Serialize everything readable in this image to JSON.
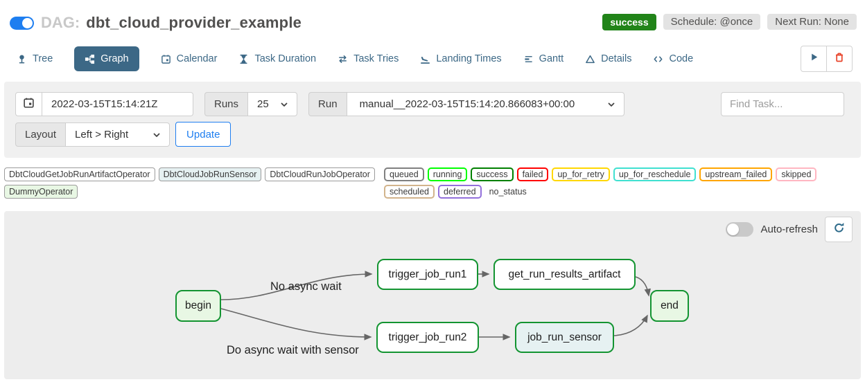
{
  "header": {
    "dag_label": "DAG:",
    "dag_title": "dbt_cloud_provider_example",
    "status_badge": "success",
    "schedule": "Schedule: @once",
    "next_run": "Next Run: None"
  },
  "tabs": [
    {
      "label": "Tree",
      "icon": "tree-icon",
      "active": false
    },
    {
      "label": "Graph",
      "icon": "graph-icon",
      "active": true
    },
    {
      "label": "Calendar",
      "icon": "calendar-icon",
      "active": false
    },
    {
      "label": "Task Duration",
      "icon": "hourglass-icon",
      "active": false
    },
    {
      "label": "Task Tries",
      "icon": "repeat-icon",
      "active": false
    },
    {
      "label": "Landing Times",
      "icon": "plane-landing-icon",
      "active": false
    },
    {
      "label": "Gantt",
      "icon": "gantt-icon",
      "active": false
    },
    {
      "label": "Details",
      "icon": "triangle-icon",
      "active": false
    },
    {
      "label": "Code",
      "icon": "code-icon",
      "active": false
    }
  ],
  "filters": {
    "base_date_value": "2022-03-15T15:14:21Z",
    "runs_label": "Runs",
    "runs_value": "25",
    "run_label": "Run",
    "run_value": "manual__2022-03-15T15:14:20.866083+00:00",
    "find_task_placeholder": "Find Task...",
    "layout_label": "Layout",
    "layout_value": "Left > Right",
    "update_label": "Update"
  },
  "legend": {
    "operators": [
      {
        "label": "DbtCloudGetJobRunArtifactOperator",
        "fill": "#ffffff"
      },
      {
        "label": "DbtCloudJobRunSensor",
        "fill": "#e6f1f2"
      },
      {
        "label": "DbtCloudRunJobOperator",
        "fill": "#ffffff"
      },
      {
        "label": "DummyOperator",
        "fill": "#e8f7e4"
      }
    ],
    "statuses": [
      {
        "label": "queued",
        "color": "#808080"
      },
      {
        "label": "running",
        "color": "#00ff00"
      },
      {
        "label": "success",
        "color": "#008000"
      },
      {
        "label": "failed",
        "color": "#ff0000"
      },
      {
        "label": "up_for_retry",
        "color": "#ffd700"
      },
      {
        "label": "up_for_reschedule",
        "color": "#40e0d0"
      },
      {
        "label": "upstream_failed",
        "color": "#ffa500"
      },
      {
        "label": "skipped",
        "color": "#ffb6c1"
      },
      {
        "label": "scheduled",
        "color": "#d2b48c"
      },
      {
        "label": "deferred",
        "color": "#9370db"
      }
    ],
    "no_status_label": "no_status"
  },
  "graph_panel": {
    "auto_refresh_label": "Auto-refresh",
    "nodes": [
      {
        "label": "begin",
        "fill": "#e8f7e4",
        "border": "#139431"
      },
      {
        "label": "trigger_job_run1",
        "fill": "#ffffff",
        "border": "#139431"
      },
      {
        "label": "get_run_results_artifact",
        "fill": "#ffffff",
        "border": "#139431"
      },
      {
        "label": "trigger_job_run2",
        "fill": "#ffffff",
        "border": "#139431"
      },
      {
        "label": "job_run_sensor",
        "fill": "#e6f1f2",
        "border": "#139431"
      },
      {
        "label": "end",
        "fill": "#e8f7e4",
        "border": "#139431"
      }
    ],
    "edge_labels": [
      {
        "text": "No async wait"
      },
      {
        "text": "Do async wait with sensor"
      }
    ]
  },
  "colors": {
    "accent_blue": "#1e7ef0",
    "tab_blue": "#3c6886",
    "success_green": "#218419",
    "trash_red": "#e8432a",
    "edge_gray": "#666666"
  }
}
